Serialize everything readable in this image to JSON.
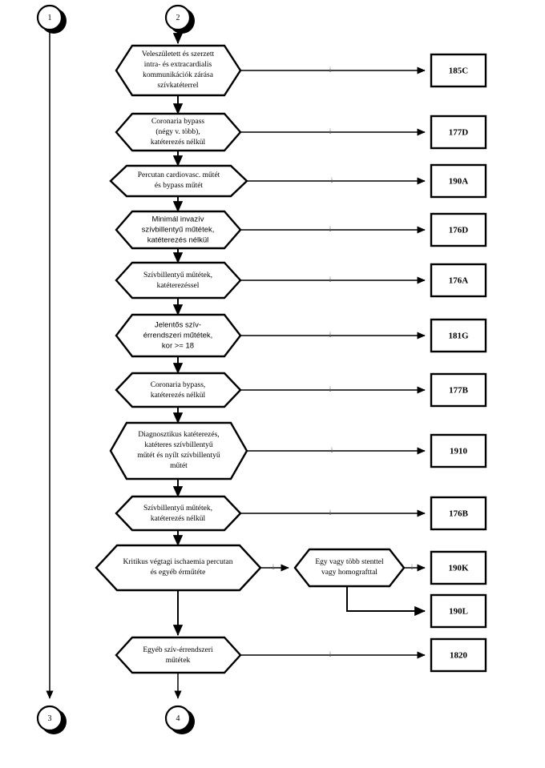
{
  "diagram": {
    "type": "flowchart",
    "title": "DRG besorolasi folyamatabra - sziv- es errendszeri mutetek",
    "language": "hu",
    "background_color": "#ffffff",
    "line_color": "#000000",
    "tick_marker": "i",
    "tick_color": "#6b6b6b"
  },
  "connectors": {
    "top_left": {
      "label": "1",
      "name": "connector-1"
    },
    "top_main": {
      "label": "2",
      "name": "connector-2"
    },
    "bottom_left": {
      "label": "3",
      "name": "connector-3"
    },
    "bottom_main": {
      "label": "4",
      "name": "connector-4"
    }
  },
  "nodes": [
    {
      "id": "n1",
      "lines": [
        "Veleszületett és szerzett",
        "intra- és extracardialis",
        "kommunikációk zárása",
        "szívkatéterrel"
      ],
      "font": "serif",
      "drg": "185C"
    },
    {
      "id": "n2",
      "lines": [
        "Coronaria bypass",
        "(négy v. több),",
        "katéterezés nélkül"
      ],
      "font": "serif",
      "drg": "177D"
    },
    {
      "id": "n3",
      "lines": [
        "Percutan cardiovasc. műtét",
        "és  bypass műtét"
      ],
      "font": "serif",
      "drg": "190A"
    },
    {
      "id": "n4",
      "lines": [
        "Minimál invazív",
        "szívbillentyű műtétek,",
        "katéterezés nélkül"
      ],
      "font": "sans",
      "drg": "176D"
    },
    {
      "id": "n5",
      "lines": [
        "Szívbillentyű műtétek,",
        "katéterezéssel"
      ],
      "font": "serif",
      "drg": "176A"
    },
    {
      "id": "n6",
      "lines": [
        "Jelentős szív-",
        "érrendszeri műtétek,",
        "kor >= 18"
      ],
      "font": "sans",
      "drg": "181G"
    },
    {
      "id": "n7",
      "lines": [
        "Coronaria bypass,",
        "katéterezés nélkül"
      ],
      "font": "serif",
      "drg": "177B"
    },
    {
      "id": "n8",
      "lines": [
        "Diagnosztikus katéterezés,",
        "katéteres szívbillentyű",
        "műtét és nyílt szívbillentyű",
        "műtét"
      ],
      "font": "serif",
      "drg": "1910"
    },
    {
      "id": "n9",
      "lines": [
        "Szívbillentyű műtétek,",
        "katéterezés nélkül"
      ],
      "font": "serif",
      "drg": "176B"
    },
    {
      "id": "n10",
      "lines": [
        "Kritikus végtagi ischaemia percutan",
        "és egyéb érműtéte"
      ],
      "font": "serif",
      "drg": null
    },
    {
      "id": "n11",
      "lines": [
        "Egyéb szív-érrendszeri",
        "műtétek"
      ],
      "font": "serif",
      "drg": "1820"
    }
  ],
  "branch_node": {
    "id": "b1",
    "lines": [
      "Egy vagy több stenttel",
      "vagy homografttal"
    ],
    "font": "serif",
    "drg_yes": "190K",
    "drg_no": "190L"
  },
  "drg_boxes": [
    {
      "code": "185C"
    },
    {
      "code": "177D"
    },
    {
      "code": "190A"
    },
    {
      "code": "176D"
    },
    {
      "code": "176A"
    },
    {
      "code": "181G"
    },
    {
      "code": "177B"
    },
    {
      "code": "1910"
    },
    {
      "code": "176B"
    },
    {
      "code": "190K"
    },
    {
      "code": "190L"
    },
    {
      "code": "1820"
    }
  ]
}
